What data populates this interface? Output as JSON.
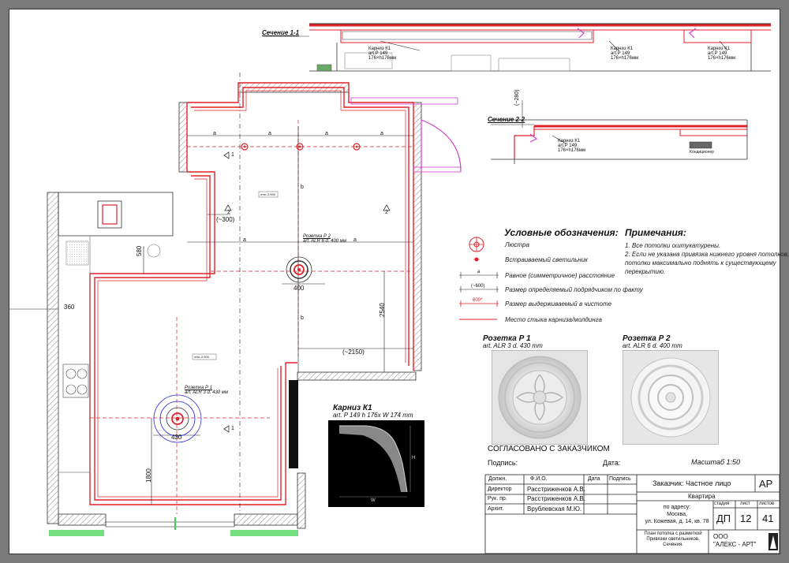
{
  "section_1": {
    "title": "Сечение 1-1",
    "labels": [
      {
        "line1": "Карниз К1",
        "line2": "art.P 149",
        "line3": "176×h176мм"
      },
      {
        "line1": "Карниз К1",
        "line2": "art.P 149",
        "line3": "176×h176мм"
      },
      {
        "line1": "Карниз К1",
        "line2": "art.P 149",
        "line3": "176×h176мм"
      }
    ]
  },
  "section_2": {
    "title": "Сечение 2-2",
    "dim": "(~280)",
    "label": {
      "line1": "Карниз К1",
      "line2": "art.P 149",
      "line3": "176×h176мм"
    },
    "tag": "Кондиционер"
  },
  "plan_dims": {
    "d300": "(~300)",
    "d580": "580",
    "d360": "360",
    "d400": "400",
    "d2540": "2540",
    "d2150": "(~2150)",
    "d430": "430",
    "d1800": "1800",
    "a": "a",
    "b": "b",
    "s1": "1",
    "s2": "2",
    "otm1": "отм. 2.900",
    "otm2": "отм. 2.900"
  },
  "plan_tags": {
    "p2": {
      "line1": "Розетка Р 2",
      "line2": "art. ALR 6 d. 400 мм"
    },
    "p1": {
      "line1": "Розетка Р 1",
      "line2": "art. ALR 3 d. 430 мм"
    }
  },
  "legend": {
    "title": "Условные обозначения:",
    "items": [
      "Люстра",
      "Встраиваемый светильник",
      "Равное (симметричное) расстояние",
      "Размер определяемый подрядчиком по факту",
      "Размер выдерживаемый в чистоте",
      "Место стыка карниза/молдинга"
    ],
    "sym_a": "a",
    "sym_600": "(~600)",
    "sym_600b": "600*"
  },
  "notes": {
    "title": "Примечания:",
    "lines": [
      "1. Все потолки оштукатурены.",
      "2. Если не указана привязка нижнего уровня потолков,",
      "потолки максимально поднять к существующему",
      "перекрытию."
    ]
  },
  "rosettes": [
    {
      "title": "Розетка  Р 1",
      "art": "art. ALR 3 d. 430 mm"
    },
    {
      "title": "Розетка  Р 2",
      "art": "art. ALR 6 d. 400 mm"
    }
  ],
  "cornice": {
    "title": "Карниз К1",
    "art": "art. P 149 h 176x W 174 mm",
    "h": "H",
    "w": "W"
  },
  "approval": {
    "agreed": "СОГЛАСОВАНО С ЗАКАЗЧИКОМ",
    "signature": "Подпись:",
    "date": "Дата:",
    "scale": "Масштаб  1:50"
  },
  "title_block": {
    "headers": [
      "Должн.",
      "Ф.И.О.",
      "Дата",
      "Подпись"
    ],
    "rows": [
      {
        "role": "Директор",
        "name": "Расстриженков А.В."
      },
      {
        "role": "Рук. пр.",
        "name": "Расстриженков А.В."
      },
      {
        "role": "Архит.",
        "name": "Врублевская М.Ю."
      }
    ],
    "customer": "Заказчик:  Частное лицо",
    "code": "АР",
    "object": "Квартира",
    "address": [
      "по адресу:",
      "Москва,",
      "ул. Кожевая, д. 14, кв. 78"
    ],
    "stage_h": "стадия",
    "sheet_h": "лист",
    "sheets_h": "листов",
    "stage": "ДП",
    "sheet": "12",
    "sheets": "41",
    "drawing": [
      "План потолка с разметкой",
      "Привязки светильников.",
      "Сечения."
    ],
    "company": [
      "ООО",
      "\"АЛЕКС - АРТ\""
    ]
  },
  "colors": {
    "wall_red": "#e0222a",
    "magenta": "#d23cc8",
    "line": "#222222"
  }
}
